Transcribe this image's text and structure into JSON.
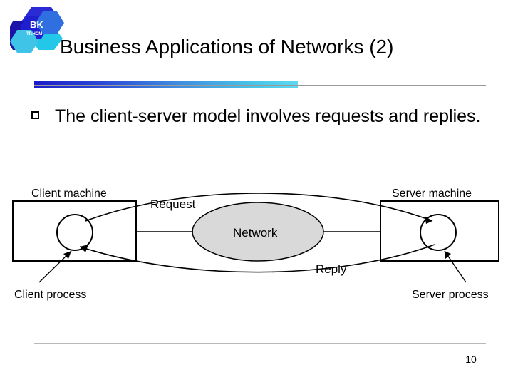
{
  "slide": {
    "title": "Business Applications of Networks (2)",
    "page_number": "10",
    "bullet": {
      "marker": "square-outline-bullet",
      "text": "The client-server model involves requests and replies."
    },
    "logo": {
      "primary_text": "BK",
      "secondary_text": "TP.HCM",
      "colors": {
        "dark_blue": "#1c13a8",
        "mid_blue": "#2b2bd6",
        "cyan": "#23c8e8",
        "light_cyan": "#8fe8f4"
      }
    },
    "accent_colors": {
      "bar_start": "#1b1bc9",
      "bar_end": "#5fd8f0",
      "rule": "#9a9a9a"
    }
  },
  "figure": {
    "name": "client-server-model-diagram",
    "labels": {
      "client_machine": "Client machine",
      "server_machine": "Server machine",
      "request": "Request",
      "reply": "Reply",
      "network": "Network",
      "client_process": "Client process",
      "server_process": "Server process"
    },
    "network_fill": "#d9d9d9"
  }
}
